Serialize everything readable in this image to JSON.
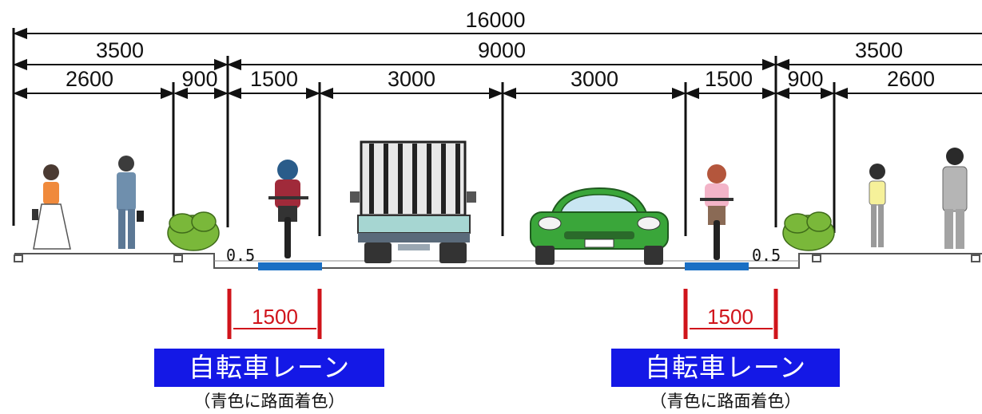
{
  "dimensions": {
    "total": "16000",
    "sidewalk_left": "3500",
    "carriageway": "9000",
    "sidewalk_right": "3500",
    "walk_left": "2600",
    "planting_left": "900",
    "bike_left": "1500",
    "car_left": "3000",
    "car_right": "3000",
    "bike_right": "1500",
    "planting_right": "900",
    "walk_right": "2600"
  },
  "gutter": {
    "left": "0.5",
    "right": "0.5"
  },
  "bike_lane_width": {
    "left": "1500",
    "right": "1500"
  },
  "lane_labels": {
    "left": {
      "title": "自転車レーン",
      "note": "（青色に路面着色）"
    },
    "right": {
      "title": "自転車レーン",
      "note": "（青色に路面着色）"
    }
  },
  "colors": {
    "lane_label_bg": "#1418e6",
    "bike_lane_paint": "#1a6fc4",
    "width_marker": "#d0141b",
    "car": "#3aa63a"
  }
}
